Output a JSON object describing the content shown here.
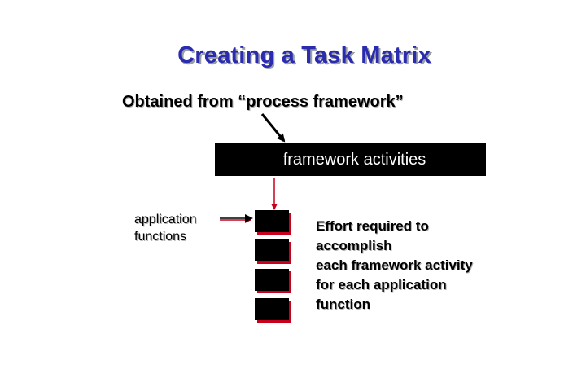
{
  "title": "Creating a Task Matrix",
  "subtitle": "Obtained from “process framework”",
  "framework_box": "framework activities",
  "application_label": [
    "application",
    "functions"
  ],
  "effort_text": [
    "Effort required to",
    "accomplish",
    "each framework activity",
    "for each application",
    "function"
  ],
  "colors": {
    "title": "#2b2bb0",
    "box": "#000000",
    "accent_red": "#c8001c"
  }
}
